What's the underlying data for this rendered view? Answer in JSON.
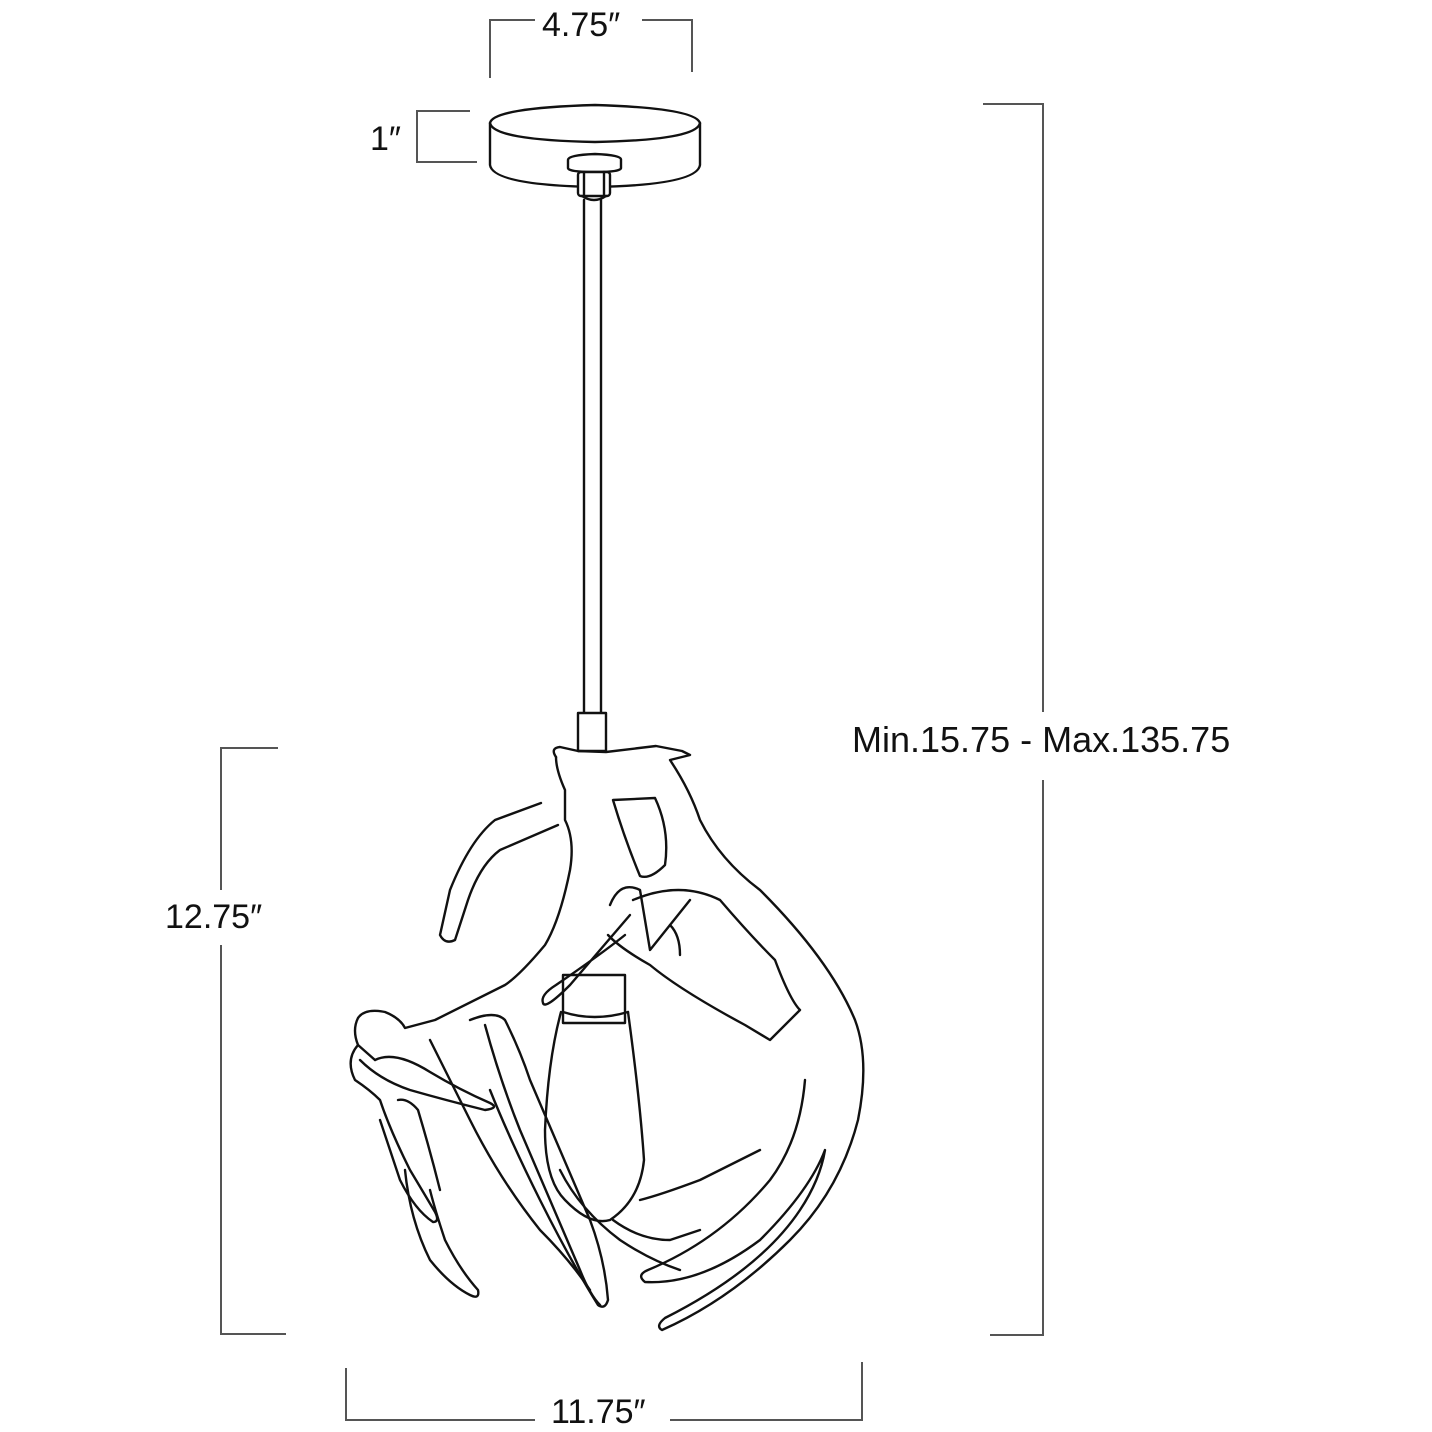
{
  "diagram": {
    "subject": "antler pendant light",
    "line_color": "#111111",
    "dimension_line_color": "#555555",
    "background": "#ffffff"
  },
  "dimensions": {
    "canopy_width": "4.75″",
    "canopy_height": "1″",
    "overall_height": "Min.15.75 - Max.135.75",
    "fixture_height": "12.75″",
    "fixture_width": "11.75″"
  }
}
